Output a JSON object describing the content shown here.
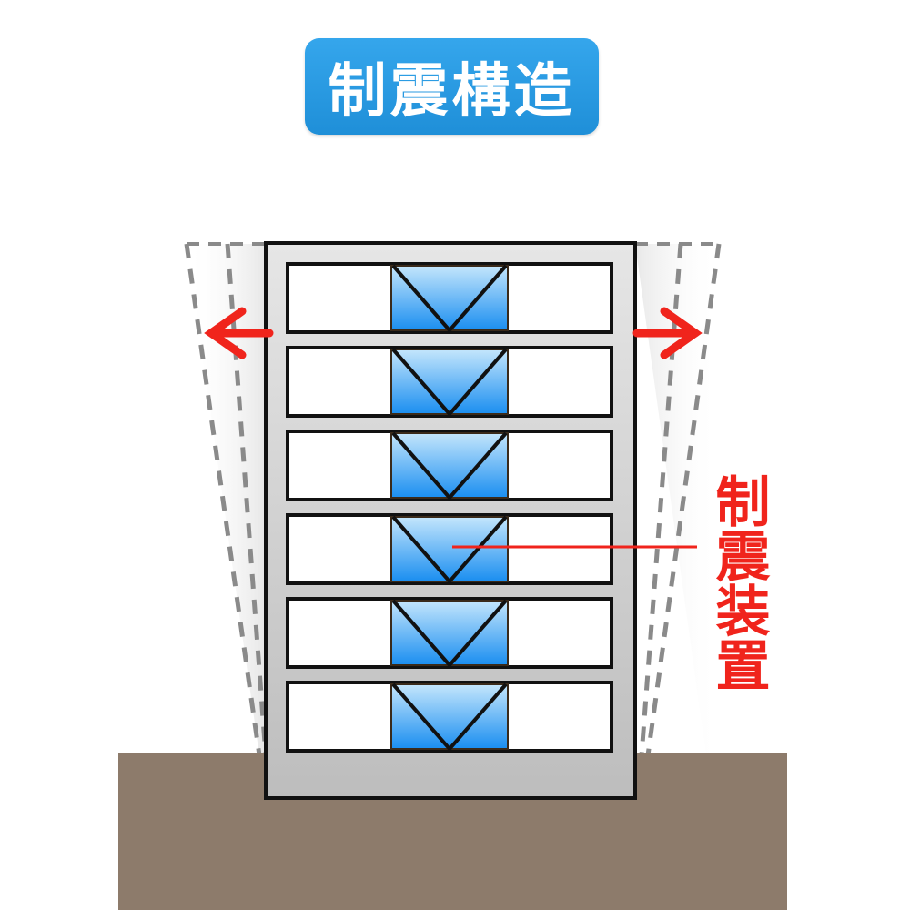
{
  "title": "制震構造",
  "device_label": "制震装置",
  "floors": 6,
  "colors": {
    "title_bg": "#2a9be0",
    "accent_red": "#f0241c",
    "ground": "#8d7b6b",
    "damper_top": "#bfe3fb",
    "damper_bottom": "#1e90f0"
  }
}
